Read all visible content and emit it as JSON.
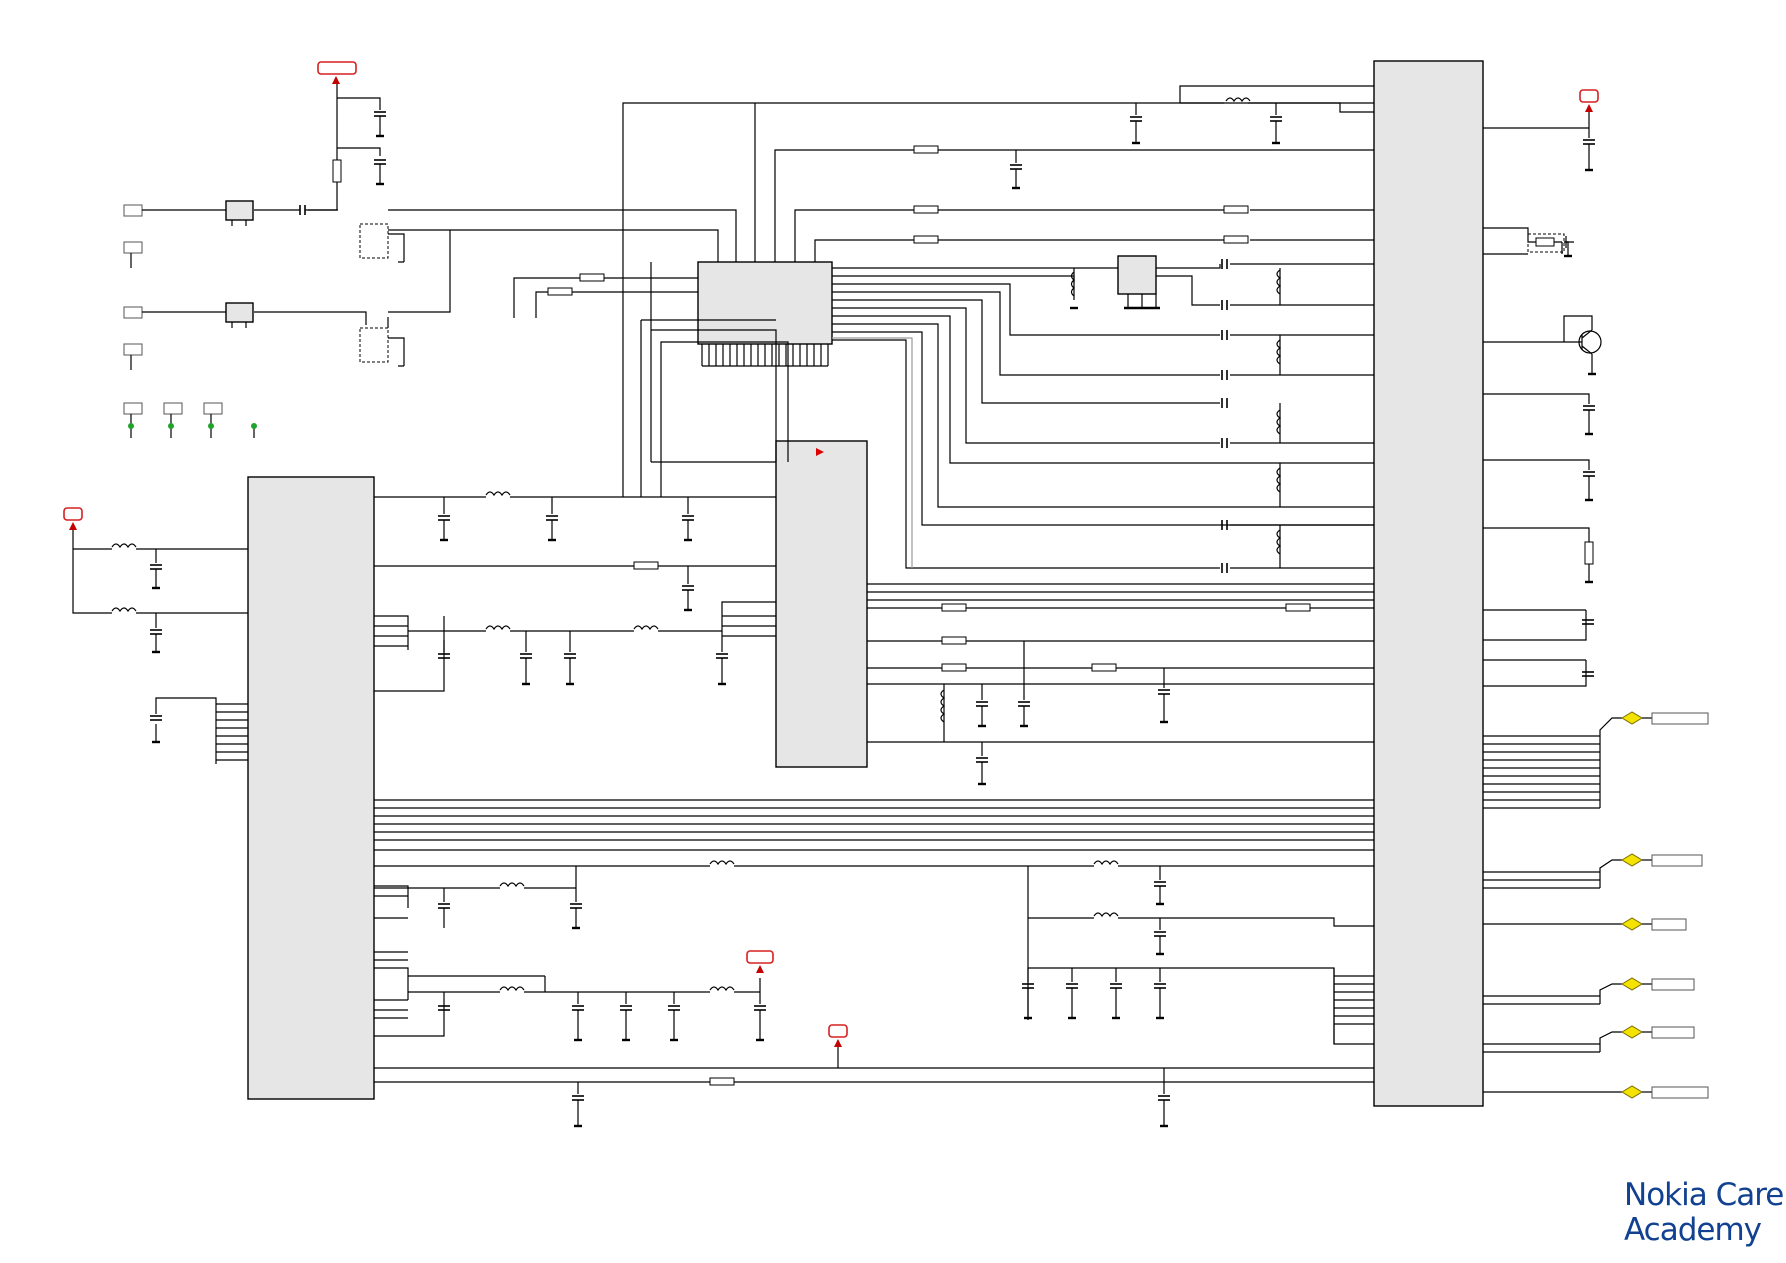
{
  "logo": {
    "line1": "Nokia Care",
    "line2": "Academy",
    "color": "#124191"
  },
  "colors": {
    "block_fill": "#e6e6e6",
    "power_flag": "#d62020",
    "net_label_diamond": "#f4e300",
    "test_point": "#1fa32a"
  },
  "components": {
    "large_ics": [
      "left-ic",
      "center-ic",
      "top-ic",
      "right-connector"
    ],
    "net_labels": 6,
    "power_flags": 5
  }
}
